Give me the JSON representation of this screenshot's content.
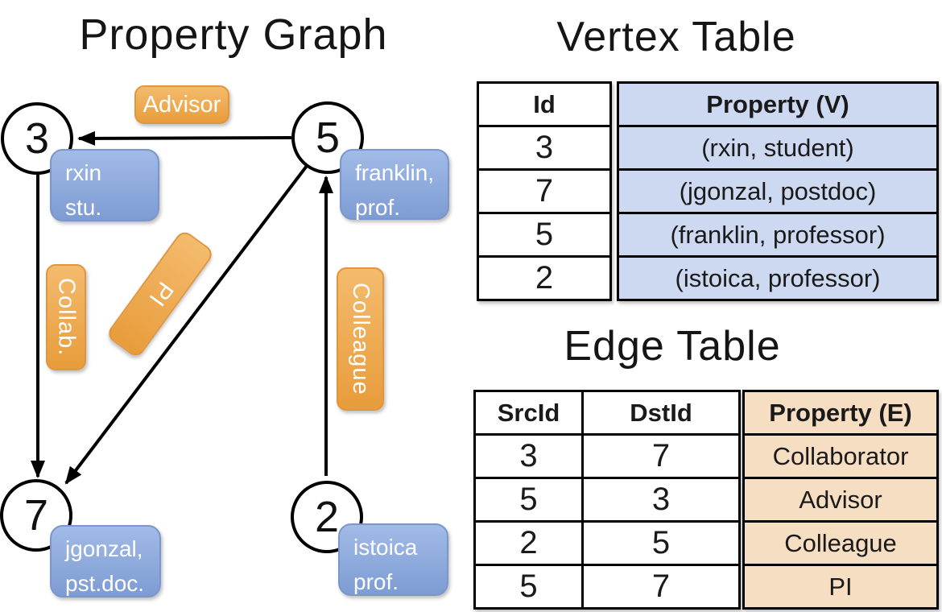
{
  "graph": {
    "title": "Property Graph",
    "nodes": [
      {
        "id": "3",
        "property_line1": "rxin",
        "property_line2": "stu."
      },
      {
        "id": "5",
        "property_line1": "franklin,",
        "property_line2": "prof."
      },
      {
        "id": "7",
        "property_line1": "jgonzal,",
        "property_line2": "pst.doc."
      },
      {
        "id": "2",
        "property_line1": "istoica",
        "property_line2": "prof."
      }
    ],
    "edge_labels": {
      "advisor": "Advisor",
      "collab": "Collab.",
      "pi": "PI",
      "colleague": "Colleague"
    },
    "edges": [
      {
        "from": "5",
        "to": "3",
        "label": "Advisor"
      },
      {
        "from": "3",
        "to": "7",
        "label": "Collab."
      },
      {
        "from": "5",
        "to": "7",
        "label": "PI"
      },
      {
        "from": "2",
        "to": "5",
        "label": "Colleague"
      }
    ]
  },
  "vertex_table": {
    "title": "Vertex Table",
    "headers": {
      "id": "Id",
      "property": "Property (V)"
    },
    "rows": [
      {
        "id": "3",
        "property": "(rxin, student)"
      },
      {
        "id": "7",
        "property": "(jgonzal, postdoc)"
      },
      {
        "id": "5",
        "property": "(franklin, professor)"
      },
      {
        "id": "2",
        "property": "(istoica, professor)"
      }
    ]
  },
  "edge_table": {
    "title": "Edge Table",
    "headers": {
      "src": "SrcId",
      "dst": "DstId",
      "property": "Property (E)"
    },
    "rows": [
      {
        "src": "3",
        "dst": "7",
        "property": "Collaborator"
      },
      {
        "src": "5",
        "dst": "3",
        "property": "Advisor"
      },
      {
        "src": "2",
        "dst": "5",
        "property": "Colleague"
      },
      {
        "src": "5",
        "dst": "7",
        "property": "PI"
      }
    ]
  },
  "colors": {
    "vertex_box_blue": "#7d9cd3",
    "edge_label_orange": "#e89c3b",
    "vertex_table_fill": "#cdd9f1",
    "edge_table_fill": "#f6dec3",
    "line_black": "#000000"
  }
}
